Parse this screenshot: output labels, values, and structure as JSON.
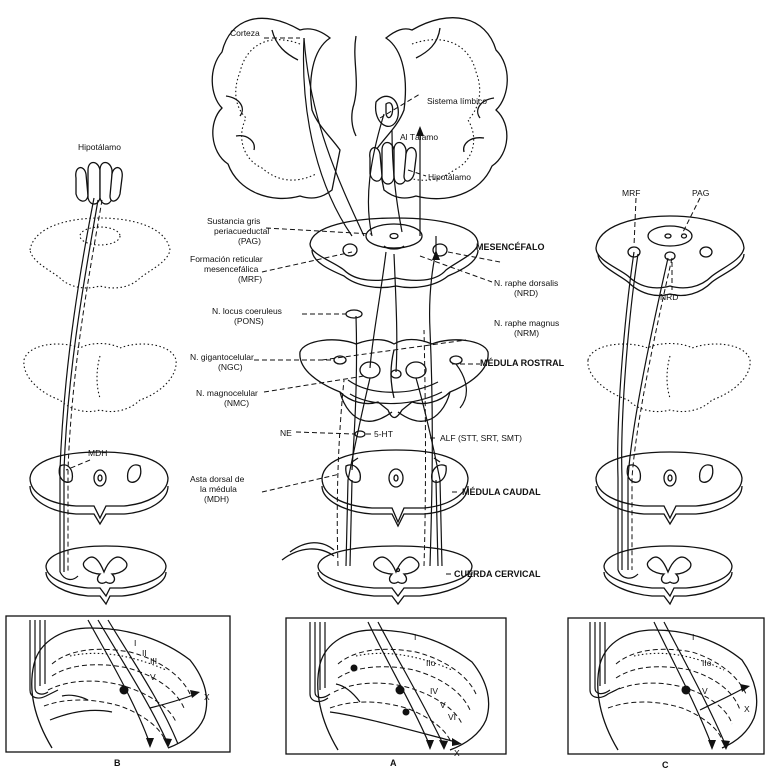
{
  "labels": {
    "corteza": "Corteza",
    "sistema_limbico": "Sistema límbico",
    "al_talamo": "Al Tálamo",
    "hipotalamo_center": "Hipotálamo",
    "hipotalamo_left": "Hipotálamo",
    "pag_1": "Sustancia gris",
    "pag_2": "periacueductal",
    "pag_3": "(PAG)",
    "mrf_1": "Formación reticular",
    "mrf_2": "mesencefálica",
    "mrf_3": "(MRF)",
    "mesencefalo": "MESENCÉFALO",
    "nrd_1": "N. raphe dorsalis",
    "nrd_2": "(NRD)",
    "pons_1": "N. locus coeruleus",
    "pons_2": "(PONS)",
    "nrm_1": "N. raphe magnus",
    "nrm_2": "(NRM)",
    "ngc_1": "N. gigantocelular",
    "ngc_2": "(NGC)",
    "medula_rostral": "MÉDULA ROSTRAL",
    "nmc_1": "N. magnocelular",
    "nmc_2": "(NMC)",
    "ne": "NE",
    "five_ht": "5-HT",
    "alf": "ALF (STT, SRT, SMT)",
    "mdh_1": "Asta dorsal de",
    "mdh_2": "la médula",
    "mdh_3": "(MDH)",
    "medula_caudal": "MÉDULA CAUDAL",
    "cuerda_cervical": "CUERDA CERVICAL",
    "mdh_left": "MDH",
    "mrf_right": "MRF",
    "pag_right": "PAG",
    "nrd_right": "NRD"
  },
  "panels": {
    "b": {
      "caption": "B",
      "laminae": [
        "I",
        "II",
        "III",
        "V"
      ],
      "x_label": "X"
    },
    "a": {
      "caption": "A",
      "laminae": [
        "I",
        "IIo",
        "IV",
        "V",
        "VI"
      ],
      "x_label": "X"
    },
    "c": {
      "caption": "C",
      "laminae": [
        "I",
        "IIo",
        "V"
      ],
      "x_label": "X"
    }
  }
}
